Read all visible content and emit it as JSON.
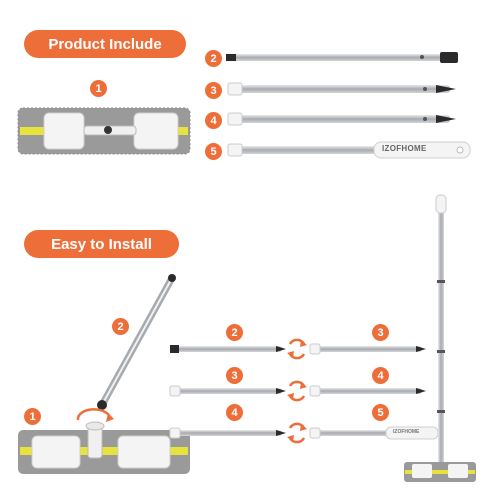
{
  "colors": {
    "accent": "#ee6e3a",
    "steel": "#b9bcc0",
    "pad_gray": "#9a9a9a",
    "pad_yellow": "#e7e23d",
    "cap_black": "#2a2a2a",
    "cap_white": "#f4f4f4"
  },
  "sections": {
    "product_include": "Product Include",
    "easy_install": "Easy to Install"
  },
  "parts": {
    "n1": "1",
    "n2": "2",
    "n3": "3",
    "n4": "4",
    "n5": "5"
  },
  "brand": "IZOFHOME",
  "install_steps": {
    "row1_left": "2",
    "row1_right": "3",
    "row2_left": "3",
    "row2_right": "4",
    "row3_left": "4",
    "row3_right": "5",
    "assembled_pole": "2",
    "mop_head": "1"
  },
  "icons": [
    "rotate-arrows-icon",
    "rotate-arrow-icon"
  ]
}
